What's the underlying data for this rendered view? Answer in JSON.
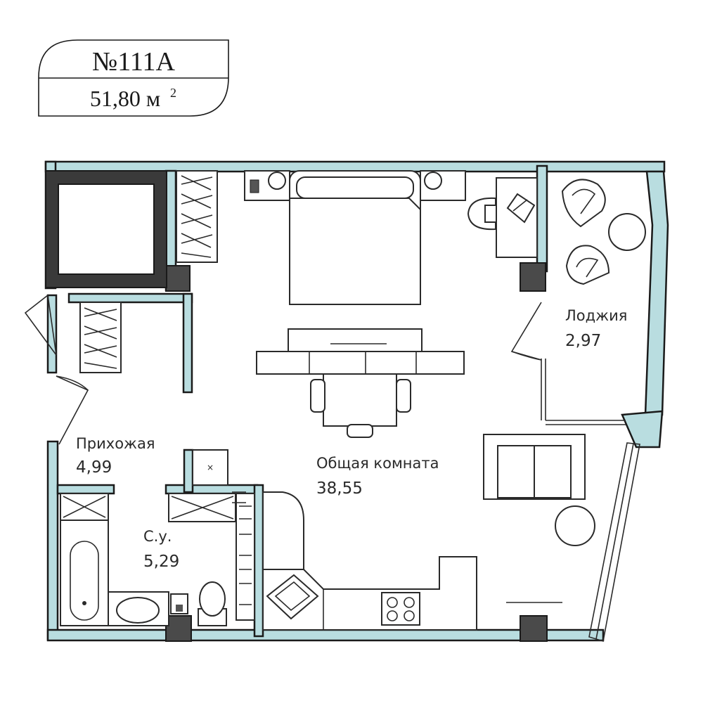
{
  "apartment": {
    "number": "№111А",
    "area_value": "51,80 м",
    "area_superscript": "2"
  },
  "rooms": {
    "hallway": {
      "name": "Прихожая",
      "area": "4,99"
    },
    "bathroom": {
      "name": "С.у.",
      "area": "5,29"
    },
    "living": {
      "name": "Общая комната",
      "area": "38,55"
    },
    "loggia": {
      "name": "Лоджия",
      "area": "2,97"
    }
  },
  "colors": {
    "wall_fill": "#b9dde0",
    "outline": "#1a1a1a",
    "column": "#4a4a4a"
  },
  "icons": [
    "bed-icon",
    "desk-icon",
    "chair-icon",
    "table-icon",
    "sofa-icon",
    "bathtub-icon",
    "toilet-icon",
    "sink-icon",
    "stove-icon",
    "wardrobe-icon",
    "armchair-icon",
    "door-icon",
    "window-icon",
    "column-icon"
  ]
}
